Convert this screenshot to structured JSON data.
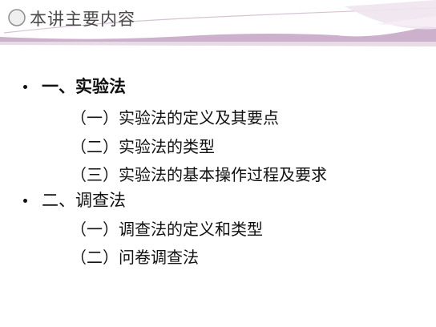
{
  "slide": {
    "title": "本讲主要内容",
    "colors": {
      "accent": "#c8a9c6",
      "title_text": "#4a4a4a",
      "body_text": "#111111"
    },
    "items": [
      {
        "label": "一、实验法",
        "children": [
          "（一）实验法的定义及其要点",
          "（二）实验法的类型",
          "（三）实验法的基本操作过程及要求"
        ]
      },
      {
        "label": "二、调查法",
        "children": [
          "（一）调查法的定义和类型",
          "（二）问卷调查法"
        ]
      }
    ]
  }
}
